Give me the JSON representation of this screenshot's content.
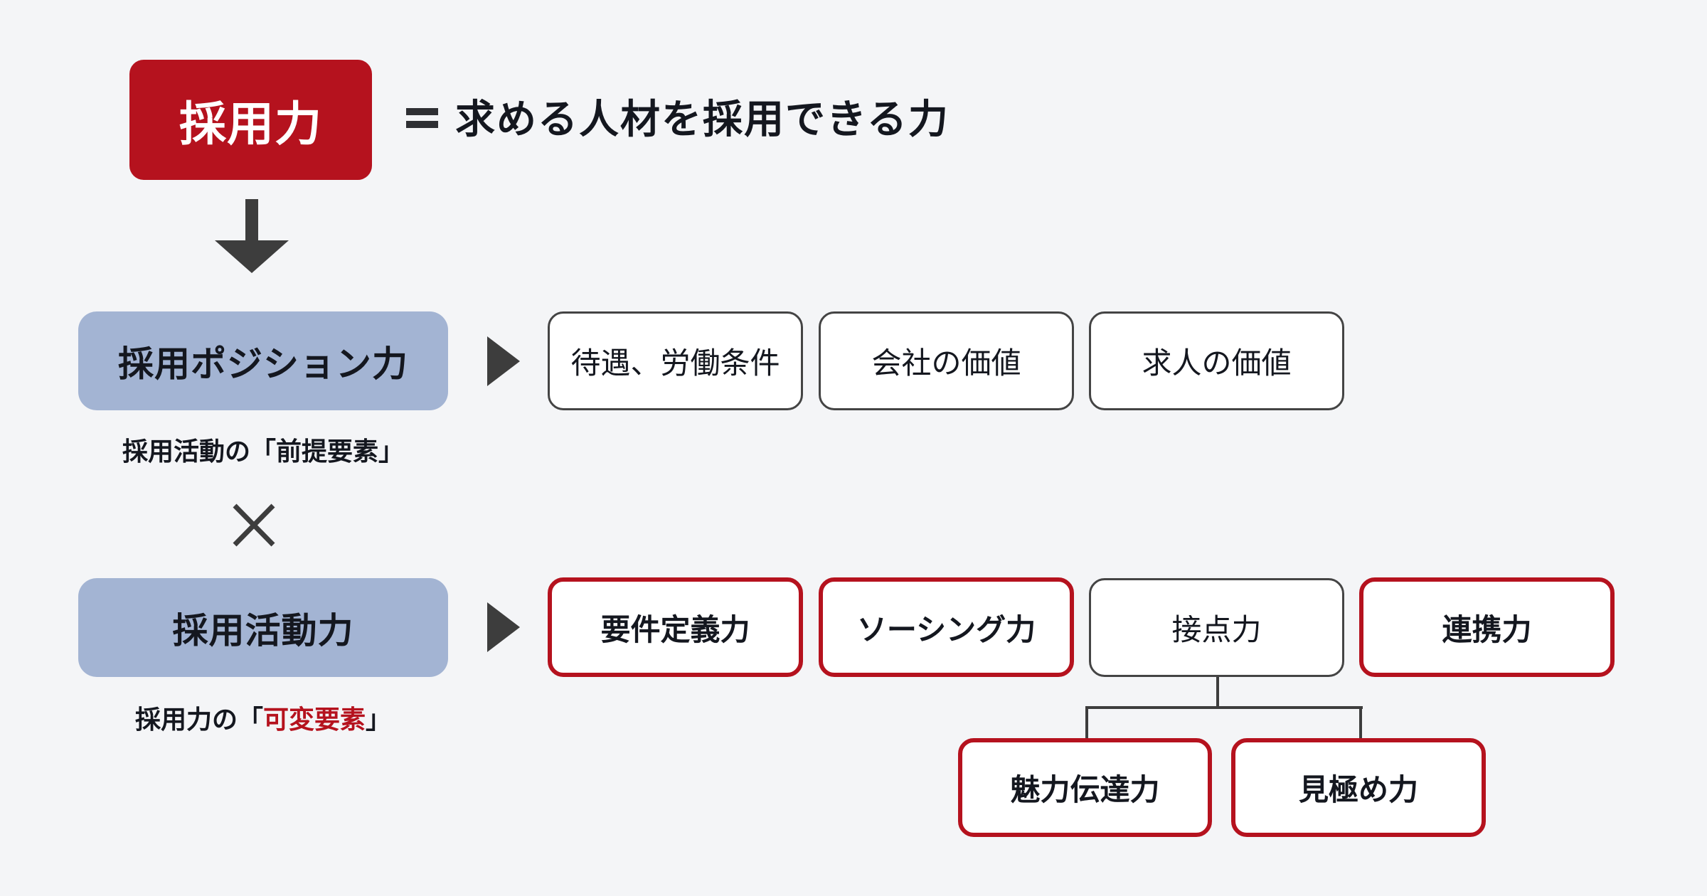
{
  "header": {
    "main_term": "採用力",
    "equals_symbol": "=",
    "definition": "求める人材を採用できる力"
  },
  "position_power": {
    "title": "採用ポジション力",
    "caption_prefix": "採用活動の「",
    "caption_highlight": "前提要素",
    "caption_suffix": "」",
    "items": [
      {
        "label": "待遇、労働条件",
        "style": "gray"
      },
      {
        "label": "会社の価値",
        "style": "gray"
      },
      {
        "label": "求人の価値",
        "style": "gray"
      }
    ]
  },
  "operator": {
    "symbol": "×",
    "icon": "times-icon"
  },
  "activity_power": {
    "title": "採用活動力",
    "caption_prefix": "採用力の「",
    "caption_highlight": "可変要素",
    "caption_suffix": "」",
    "items": [
      {
        "label": "要件定義力",
        "style": "red"
      },
      {
        "label": "ソーシング力",
        "style": "red"
      },
      {
        "label": "接点力",
        "style": "gray"
      },
      {
        "label": "連携力",
        "style": "red"
      }
    ],
    "sub_items_of": "接点力",
    "sub_items": [
      {
        "label": "魅力伝達力",
        "style": "red"
      },
      {
        "label": "見極め力",
        "style": "red"
      }
    ]
  },
  "colors": {
    "background": "#f4f5f7",
    "accent_red": "#b5121e",
    "category_blue": "#a3b4d3",
    "arrow_gray": "#3d3d3d",
    "text_dark": "#14171f",
    "box_border_gray": "#444444"
  }
}
